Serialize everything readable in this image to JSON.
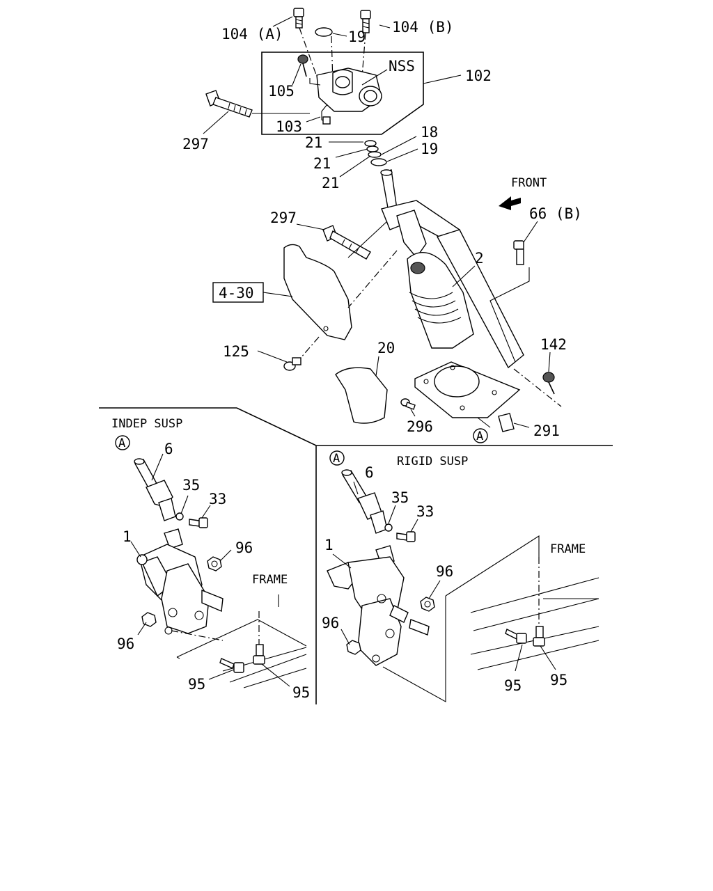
{
  "labels": {
    "p104a": "104 (A)",
    "p104b": "104 (B)",
    "p19_top": "19",
    "nss": "NSS",
    "p102": "102",
    "p105": "105",
    "p103": "103",
    "p297_top": "297",
    "p21_a": "21",
    "p21_b": "21",
    "p21_c": "21",
    "p18": "18",
    "p19_mid": "19",
    "front": "FRONT",
    "p66b": "66 (B)",
    "p297_mid": "297",
    "p2": "2",
    "ref_4_30": "4-30",
    "p125": "125",
    "p20": "20",
    "p142": "142",
    "p296": "296",
    "p291": "291",
    "circle_a_top": "A",
    "indep_susp": "INDEP SUSP",
    "circle_a_left": "A",
    "p6_left": "6",
    "p35_left": "35",
    "p33_left": "33",
    "p1_left": "1",
    "p96_left_a": "96",
    "frame_left": "FRAME",
    "p96_left_b": "96",
    "p95_left_a": "95",
    "p95_left_b": "95",
    "rigid_susp": "RIGID SUSP",
    "circle_a_right": "A",
    "p6_right": "6",
    "p35_right": "35",
    "p33_right": "33",
    "p1_right": "1",
    "p96_right_a": "96",
    "frame_right": "FRAME",
    "p96_right_b": "96",
    "p95_right_a": "95",
    "p95_right_b": "95"
  }
}
